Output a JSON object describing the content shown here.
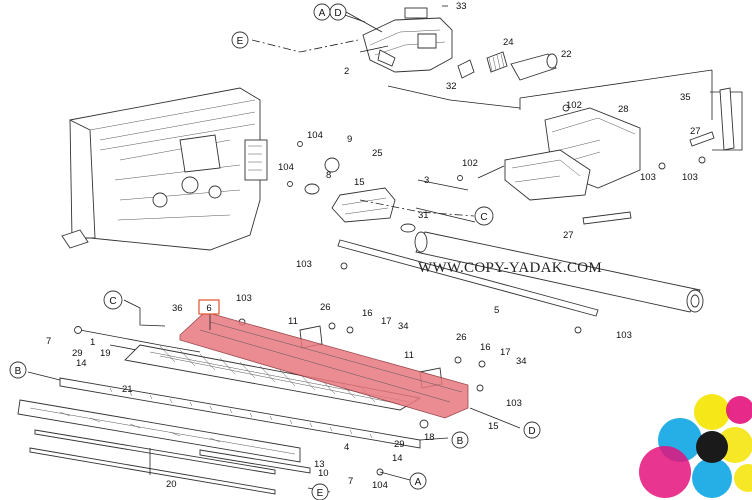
{
  "watermark": "WWW.COPY-YADAK.COM",
  "highlight": {
    "part_number": "6",
    "highlight_color": "#e8787f",
    "box_color": "#e0522a"
  },
  "callout_letters": {
    "a_top": "A",
    "d_top": "D",
    "e_top": "E",
    "c_mid": "C",
    "c_lower": "C",
    "b_left": "B",
    "b_right": "B",
    "d_right": "D",
    "a_bottom": "A",
    "e_bottom": "E"
  },
  "part_numbers": {
    "p33": "33",
    "p24": "24",
    "p22": "22",
    "p2": "2",
    "p32": "32",
    "p35": "35",
    "p102a": "102",
    "p28": "28",
    "p27a": "27",
    "p104a": "104",
    "p9": "9",
    "p25": "25",
    "p104b": "104",
    "p8": "8",
    "p15a": "15",
    "p3": "3",
    "p102b": "102",
    "p103a": "103",
    "p103b": "103",
    "p31": "31",
    "p27b": "27",
    "p103c": "103",
    "p5": "5",
    "p36": "36",
    "p103d": "103",
    "p26a": "26",
    "p16a": "16",
    "p17a": "17",
    "p34a": "34",
    "p11a": "11",
    "p7a": "7",
    "p1": "1",
    "p29a": "29",
    "p19": "19",
    "p14a": "14",
    "p103e": "103",
    "p26b": "26",
    "p16b": "16",
    "p17b": "17",
    "p11b": "11",
    "p34b": "34",
    "p21": "21",
    "p103f": "103",
    "p15b": "15",
    "p18": "18",
    "p4": "4",
    "p29b": "29",
    "p14b": "14",
    "p13": "13",
    "p10": "10",
    "p7b": "7",
    "p104c": "104",
    "p20": "20"
  },
  "logo_colors": [
    "#f5e400",
    "#e4137d",
    "#00a0e3",
    "#1a1a1a"
  ]
}
